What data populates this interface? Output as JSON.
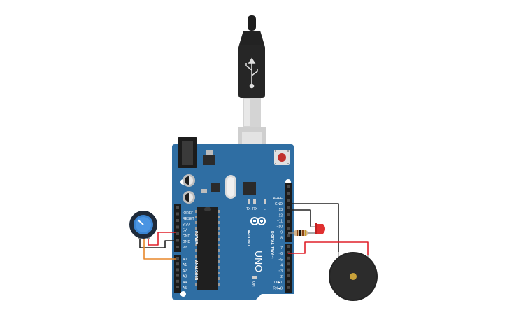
{
  "board": {
    "brand": "ARDUINO",
    "model": "UNO",
    "power_header": "POWER",
    "analog_header": "ANALOG IN",
    "digital_header": "DIGITAL (PWM~)",
    "on_label": "ON",
    "tx_label": "TX",
    "rx_label": "RX",
    "l_label": "L",
    "power_pins": [
      "IOREF",
      "RESET",
      "3.3V",
      "5V",
      "GND",
      "GND",
      "Vin"
    ],
    "analog_pins": [
      "A0",
      "A1",
      "A2",
      "A3",
      "A4",
      "A5"
    ],
    "digital_pins_upper": [
      "AREF",
      "GND",
      "13",
      "12",
      "~11",
      "~10",
      "~9",
      "8"
    ],
    "digital_pins_lower": [
      "7",
      "~6",
      "~5",
      "4",
      "~3",
      "2",
      "TX▶1",
      "RX◀0"
    ]
  },
  "colors": {
    "board": "#2f6ea3",
    "wire_red": "#e0202a",
    "wire_black": "#222222",
    "wire_orange": "#e8872a",
    "led": "#e03030",
    "pot_knob": "#3a84d2"
  },
  "components": {
    "usb": "usb-b-cable",
    "potentiometer": "potentiometer",
    "led": "red-led",
    "resistor": "resistor",
    "buzzer": "piezo-buzzer"
  }
}
